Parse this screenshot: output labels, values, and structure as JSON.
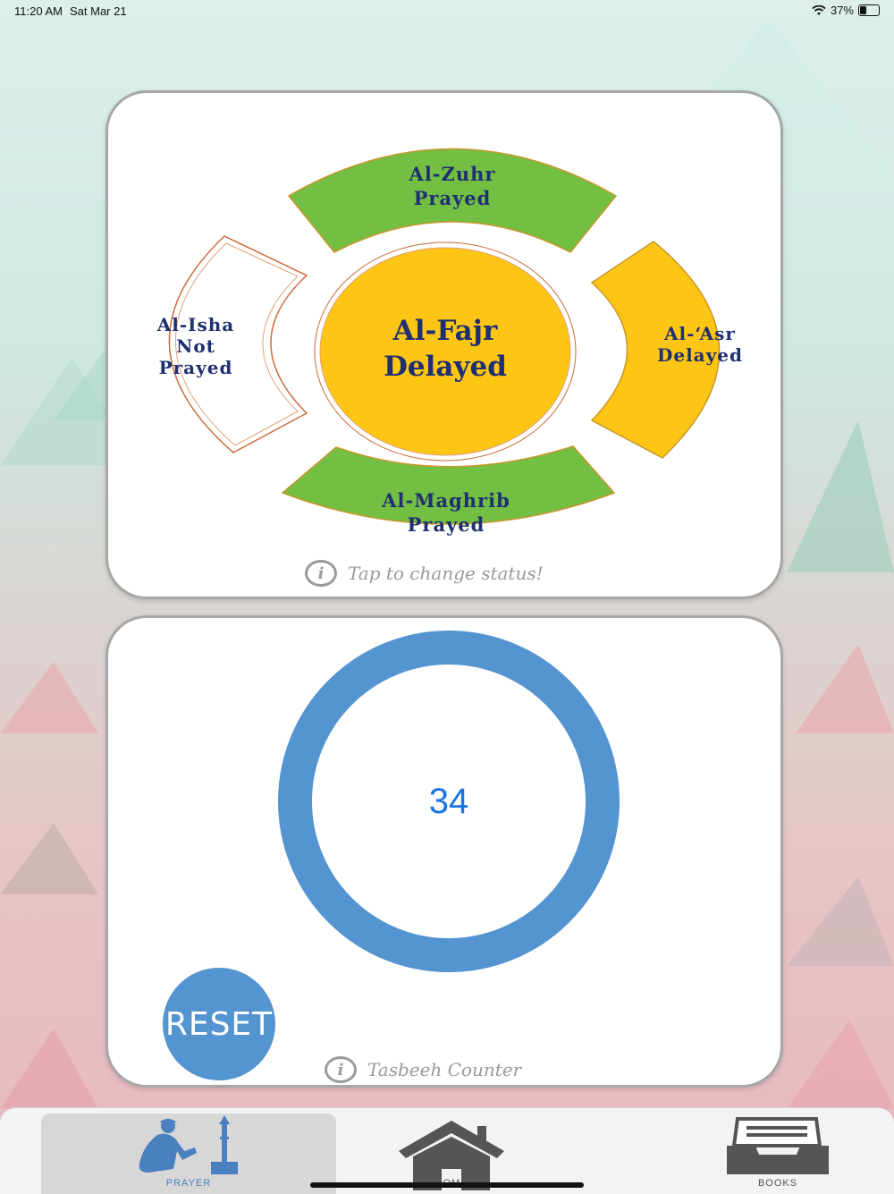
{
  "status_bar": {
    "time": "11:20 AM",
    "date": "Sat Mar 21",
    "battery": "37%",
    "battery_level": 0.37
  },
  "prayer_card": {
    "center": {
      "name": "Al-Fajr",
      "status": "Delayed",
      "color": "#fdc514"
    },
    "top": {
      "name": "Al-Zuhr",
      "status": "Prayed",
      "color": "#72bf44"
    },
    "right": {
      "name": "Al-‘Asr",
      "status": "Delayed",
      "color": "#fdc514"
    },
    "bottom": {
      "name": "Al-Maghrib",
      "status": "Prayed",
      "color": "#72bf44"
    },
    "left": {
      "name": "Al-Isha",
      "status_line1": "Not",
      "status_line2": "Prayed",
      "color": "#ffffff"
    },
    "hint": "Tap to change status!",
    "hint_icon": "i"
  },
  "counter_card": {
    "count": "34",
    "reset_label": "RESET",
    "hint": "Tasbeeh Counter",
    "hint_icon": "i",
    "ring_color": "#5394d1"
  },
  "tabbar": {
    "tabs": [
      {
        "label": "PRAYER",
        "icon": "praying-person-icon",
        "active": true,
        "color": "#4a7fc0"
      },
      {
        "label": "HOME",
        "icon": "house-icon",
        "active": false,
        "color": "#555555"
      },
      {
        "label": "BOOKS",
        "icon": "inbox-tray-icon",
        "active": false,
        "color": "#555555"
      }
    ]
  },
  "colors": {
    "text_navy": "#1f2f6f",
    "accent_blue": "#5394d1"
  }
}
